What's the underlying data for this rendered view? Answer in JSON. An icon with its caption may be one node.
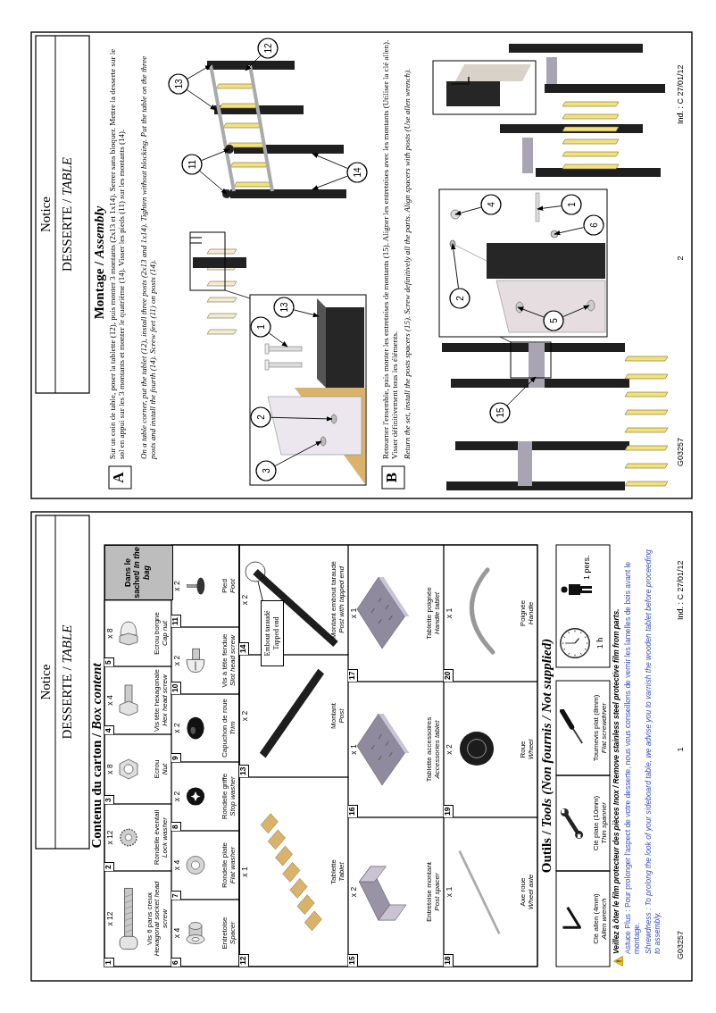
{
  "diagram": {
    "nodes": [
      {
        "text": [],
        "shape": "picture"
      },
      {
        "text": [
          "13"
        ]
      },
      {
        "text": [
          "11"
        ]
      },
      {
        "text": [
          "12"
        ]
      },
      {
        "text": [
          "14"
        ]
      },
      {
        "text": [],
        "shape": "picture"
      },
      {
        "text": [
          "2"
        ],
        "in": 5
      },
      {
        "text": [
          "5"
        ],
        "in": 5
      },
      {
        "text": [
          "4"
        ],
        "in": 5
      },
      {
        "text": [
          "6"
        ],
        "in": 5
      },
      {
        "text": [
          "1"
        ],
        "in": 5
      },
      {
        "text": [],
        "shape": "picture"
      },
      {
        "text": [
          "3"
        ],
        "in": 11
      },
      {
        "text": [
          "2"
        ],
        "in": 11
      },
      {
        "text": [
          "13"
        ],
        "in": 11
      },
      {
        "text": [
          "1"
        ],
        "in": 11
      },
      {
        "text": [],
        "shape": "picture"
      },
      {
        "text": [
          "15"
        ],
        "in": 16
      },
      {
        "text": [
          "Embout taraudé",
          "Tapped end"
        ]
      },
      {
        "text": [],
        "shape": "picture"
      }
    ],
    "edges": [
      {
        "from": 18,
        "to": 19,
        "arrow": "none"
      },
      {
        "from": 12,
        "to": 11,
        "arrow": "to"
      },
      {
        "from": 13,
        "to": 11,
        "arrow": "to"
      },
      {
        "from": 14,
        "to": 11,
        "arrow": "to"
      },
      {
        "from": 15,
        "to": 11,
        "arrow": "to"
      },
      {
        "from": 1,
        "to": 0,
        "arrow": "to"
      },
      {
        "from": 1,
        "to": 0,
        "arrow": "to"
      },
      {
        "from": 2,
        "to": 0,
        "arrow": "to"
      },
      {
        "from": 2,
        "to": 0,
        "arrow": "to"
      },
      {
        "from": 3,
        "to": 0,
        "arrow": "to"
      },
      {
        "from": 4,
        "to": 0,
        "arrow": "to"
      },
      {
        "from": 4,
        "to": 0,
        "arrow": "to"
      },
      {
        "from": 17,
        "to": 16,
        "arrow": "to"
      },
      {
        "from": 6,
        "to": 5,
        "arrow": "to"
      },
      {
        "from": 7,
        "to": 5,
        "arrow": "to"
      },
      {
        "from": 7,
        "to": 5,
        "arrow": "to"
      },
      {
        "from": 8,
        "to": 5,
        "arrow": "to"
      },
      {
        "from": 9,
        "to": 5,
        "arrow": "to"
      },
      {
        "from": 10,
        "to": 5,
        "arrow": "to"
      }
    ],
    "labels": [
      "Notice",
      "DESSERTE / *TABLE*",
      "Contenu du carton / *Box content*",
      "1",
      "x 12",
      "Vis 6 pans creux",
      "Hexagonal socket head screw",
      "2",
      "x 12",
      "Rondelle éventail",
      "Lock washer",
      "3",
      "x 8",
      "Ecrou",
      "Nut",
      "4",
      "x 4",
      "Vis tête hexagonale",
      "Hex head screw",
      "5",
      "x 8",
      "Ecrou borgne",
      "Cap nut",
      "Dans le sachet/ *In the bag*",
      "6",
      "x 4",
      "Entretoise",
      "Spacer",
      "7",
      "x 4",
      "Rondelle plate",
      "Flat washer",
      "8",
      "x 2",
      "Rondelle griffe",
      "Stop washer",
      "9",
      "x 2",
      "Capuchon de roue",
      "Trim",
      "10",
      "x 2",
      "Vis à tête fendue",
      "Slot head screw",
      "11",
      "x 2",
      "Pied",
      "Foot",
      "12",
      "x 1",
      "Tablette",
      "Tablet",
      "13",
      "x 2",
      "Montant",
      "Post",
      "14",
      "x 2",
      "Montant embout taraudé",
      "Post with tapped end",
      "15",
      "x 2",
      "Entretoise montant",
      "Post spacer",
      "16",
      "x 1",
      "Tablette accessoires",
      "Accessories tablet",
      "17",
      "x 1",
      "Tablette poignée",
      "Handle tablet",
      "18",
      "x 1",
      "Axe roue",
      "Wheel axle",
      "19",
      "x 2",
      "Roue",
      "Wheel",
      "20",
      "x 1",
      "Poignée",
      "Handle",
      "Outils / *Tools (Non fournis / Not supplied)*",
      "Clé allen (4mm)",
      "Allen wrench",
      "Clé plate (10mm)",
      "Thin spanner",
      "Tournevis plat (8mm)",
      "Flat screwdriver",
      "1 h",
      "1 pers.",
      "Veillez à ôter le film protecteur des pièces Inox / Remove stainless steel protective film from parts.",
      "Astuce Plus : Pour prolonger l'aspect de votre desserte, nous vous conseillons de vernir les lamelles de bois avant le montage.",
      "Shrewdness : To prolong the look of your sideboard table, we advise you to varnish the wooden tablet before proceeding to assembly.",
      "G03257",
      "1",
      "Ind. : C 27/01/12",
      "Notice",
      "DESSERTE / *TABLE*",
      "Montage / *Assembly*",
      "A",
      "Sur un coin de table, poser la tablette (12), puis monter 3 montants (2x13 et 1x14). Serrer sans bloquer. Mettre la desserte sur le sol en appui sur les 3 montants et monter le quatrième (14). Visser les pieds (11) sur les montants (14).",
      "On a table corner, put the tablet (12), install three posts (2x13 and 1x14). Tighten without blocking. Put the table on the three posts and install the fourth (14). Screw feet (11) on posts (14).",
      "B",
      "Retourner l'ensemble, puis monter les entretoises de montants (15). Aligner les entretoises avec les montants (Utiliser la clé allen). Visser définitivement tous les éléments.",
      "Return the set, install the posts spacers (15). Screw definitively all the parts. Align spacers with posts (Use allen wrench).",
      "G03257",
      "2",
      "Ind. : C 27/01/12"
    ]
  }
}
